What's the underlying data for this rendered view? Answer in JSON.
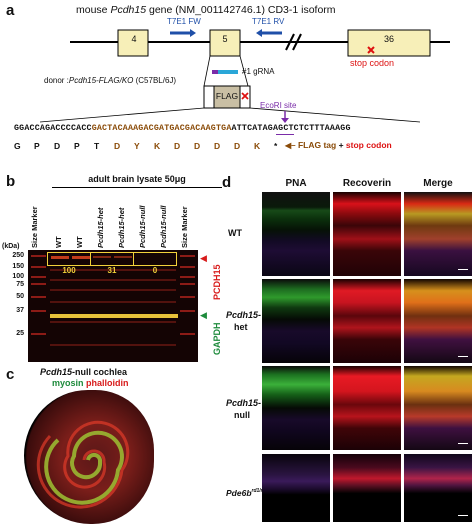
{
  "panel_a": {
    "letter": "a",
    "title_prefix": "mouse ",
    "title_gene": "Pcdh15",
    "title_suffix": " gene (NM_001142746.1) CD3-1 isoform",
    "exon_labels": [
      "4",
      "5",
      "36"
    ],
    "primer_fw": "T7E1 FW",
    "primer_rv": "T7E1 RV",
    "stop_codon": "stop codon",
    "grna": "#1 gRNA",
    "donor_prefix": "donor :",
    "donor_italic": "Pcdh15-FLAG/KO",
    "donor_suffix": " (C57BL/6J)",
    "flag_box": "FLAG",
    "ecori": "EcoRI site",
    "seq_black1": "GGACCAGACCCCACC",
    "seq_brown": "GACTACAAAGACGATGACGACAAGTGA",
    "seq_black2": "ATTCATAGAGCTCTCTTTAAAGG",
    "aa_black": [
      "G",
      "P",
      "D",
      "P",
      "T"
    ],
    "aa_brown": [
      "D",
      "Y",
      "K",
      "D",
      "D",
      "D",
      "D",
      "K"
    ],
    "aa_stop": "*",
    "aa_legend_flag": "FLAG tag",
    "aa_legend_plus": " + ",
    "aa_legend_stop": "stop codon"
  },
  "panel_b": {
    "letter": "b",
    "header": "adult brain lysate 50μg",
    "kda": "(kDa)",
    "lanes": [
      {
        "label": "Size Marker",
        "italic": false
      },
      {
        "label": "WT",
        "italic": false
      },
      {
        "label": "WT",
        "italic": false
      },
      {
        "label": "Pcdh15-het",
        "italic": true
      },
      {
        "label": "Pcdh15-het",
        "italic": true
      },
      {
        "label": "Pcdh15-null",
        "italic": true
      },
      {
        "label": "Pcdh15-null",
        "italic": true
      },
      {
        "label": "Size Marker",
        "italic": false
      }
    ],
    "markers": [
      "250",
      "150",
      "100",
      "75",
      "50",
      "37",
      "25"
    ],
    "quant": [
      "100",
      "31",
      "0"
    ],
    "label_pcdh15": "PCDH15",
    "label_gapdh": "GAPDH"
  },
  "panel_c": {
    "letter": "c",
    "title_italic": "Pcdh15",
    "title_rest": "-null  cochlea",
    "stain_green": "myosin",
    "stain_red": "phalloidin"
  },
  "panel_d": {
    "letter": "d",
    "columns": [
      "PNA",
      "Recoverin",
      "Merge"
    ],
    "rows": [
      {
        "line1": "WT",
        "line2": "",
        "italic": false
      },
      {
        "line1": "Pcdh15-",
        "line2": "het",
        "italic": true
      },
      {
        "line1": "Pcdh15-",
        "line2": "null",
        "italic": true
      },
      {
        "line1": "Pde6b",
        "line2": "",
        "italic": true,
        "sup": "rd1/rd1"
      }
    ]
  },
  "colors": {
    "stop_red": "#d11",
    "arrow_blue": "#1f4fa8",
    "flag_brown": "#8a4b08",
    "ecori_purple": "#7a2ca8",
    "band_yellow": "#f2d23a",
    "gapdh_green": "#1e8b3c",
    "pcdh15_red": "#d81b1b"
  }
}
